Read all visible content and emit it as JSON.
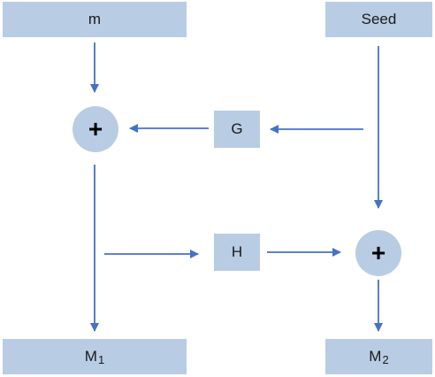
{
  "colors": {
    "box_fill": "#b8cce4",
    "arrow": "#4472c4"
  },
  "nodes": {
    "m_label": "m",
    "seed_label": "Seed",
    "g_label": "G",
    "h_label": "H",
    "xor_top_symbol": "+",
    "xor_right_symbol": "+",
    "m1_main": "M",
    "m1_sub": "1",
    "m2_main": "M",
    "m2_sub": "2"
  },
  "edges": [
    {
      "from": "m",
      "to": "xor-top"
    },
    {
      "from": "seed",
      "to": "g"
    },
    {
      "from": "g",
      "to": "xor-top"
    },
    {
      "from": "seed",
      "to": "xor-right"
    },
    {
      "from": "xor-top",
      "to": "m1"
    },
    {
      "from": "xor-top",
      "to": "h"
    },
    {
      "from": "h",
      "to": "xor-right"
    },
    {
      "from": "xor-right",
      "to": "m2"
    }
  ]
}
